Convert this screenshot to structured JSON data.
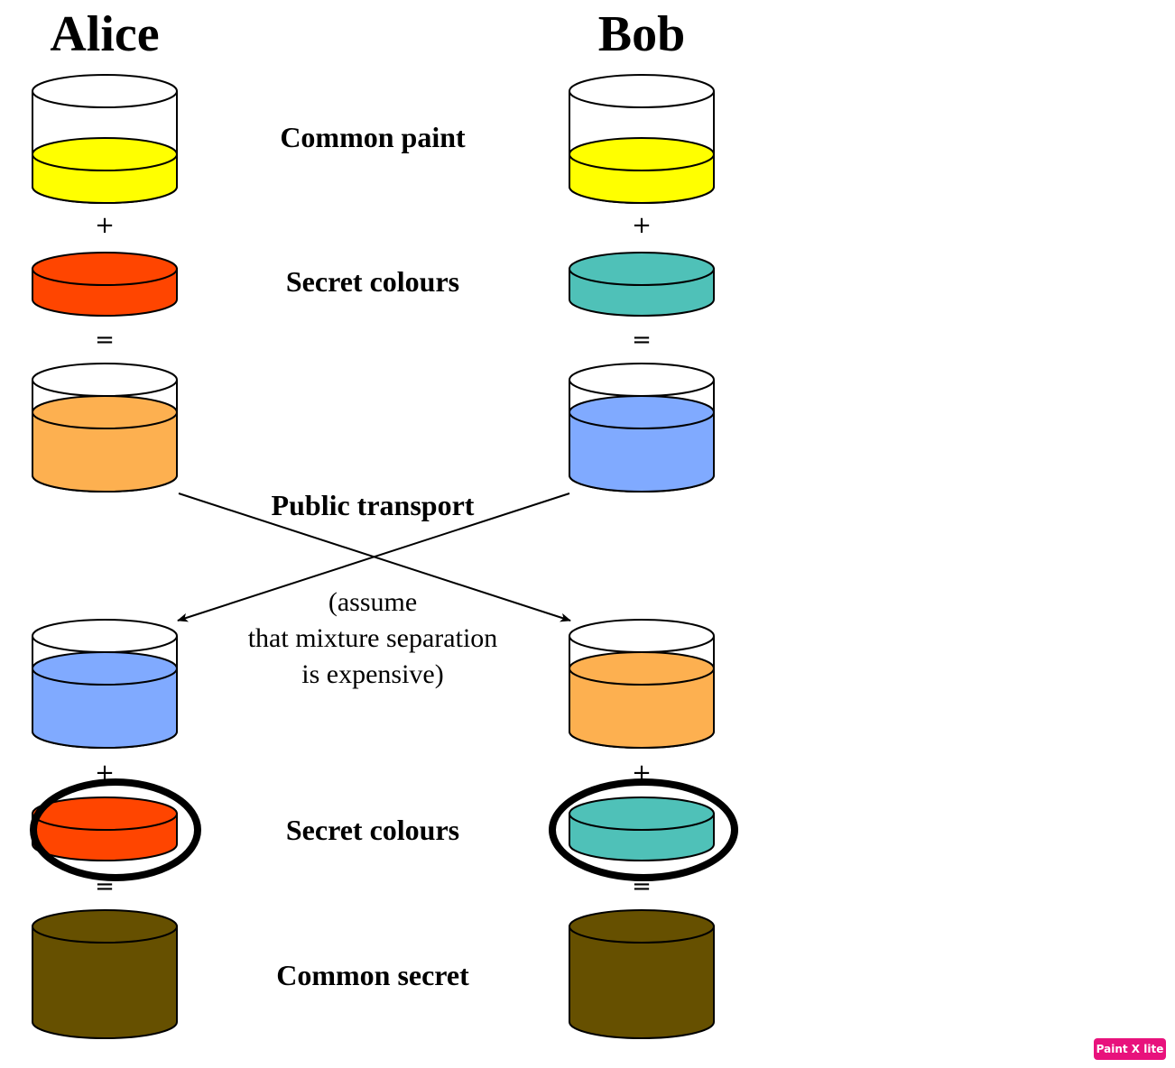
{
  "parties": {
    "left": "Alice",
    "right": "Bob"
  },
  "labels": {
    "common_paint": "Common paint",
    "secret_colours_top": "Secret colours",
    "public_transport": "Public transport",
    "note_line1": "(assume",
    "note_line2": "that mixture separation",
    "note_line3": "is expensive)",
    "secret_colours_bottom": "Secret colours",
    "common_secret": "Common secret"
  },
  "operators": {
    "plus": "+",
    "equals": "="
  },
  "colors": {
    "common_paint": "#ffff00",
    "alice_secret": "#ff4500",
    "bob_secret": "#4fc1b8",
    "alice_mixture": "#fdb050",
    "bob_mixture": "#80aaff",
    "common_secret": "#665000",
    "outline": "#000000"
  },
  "watermark": "Paint X lite"
}
